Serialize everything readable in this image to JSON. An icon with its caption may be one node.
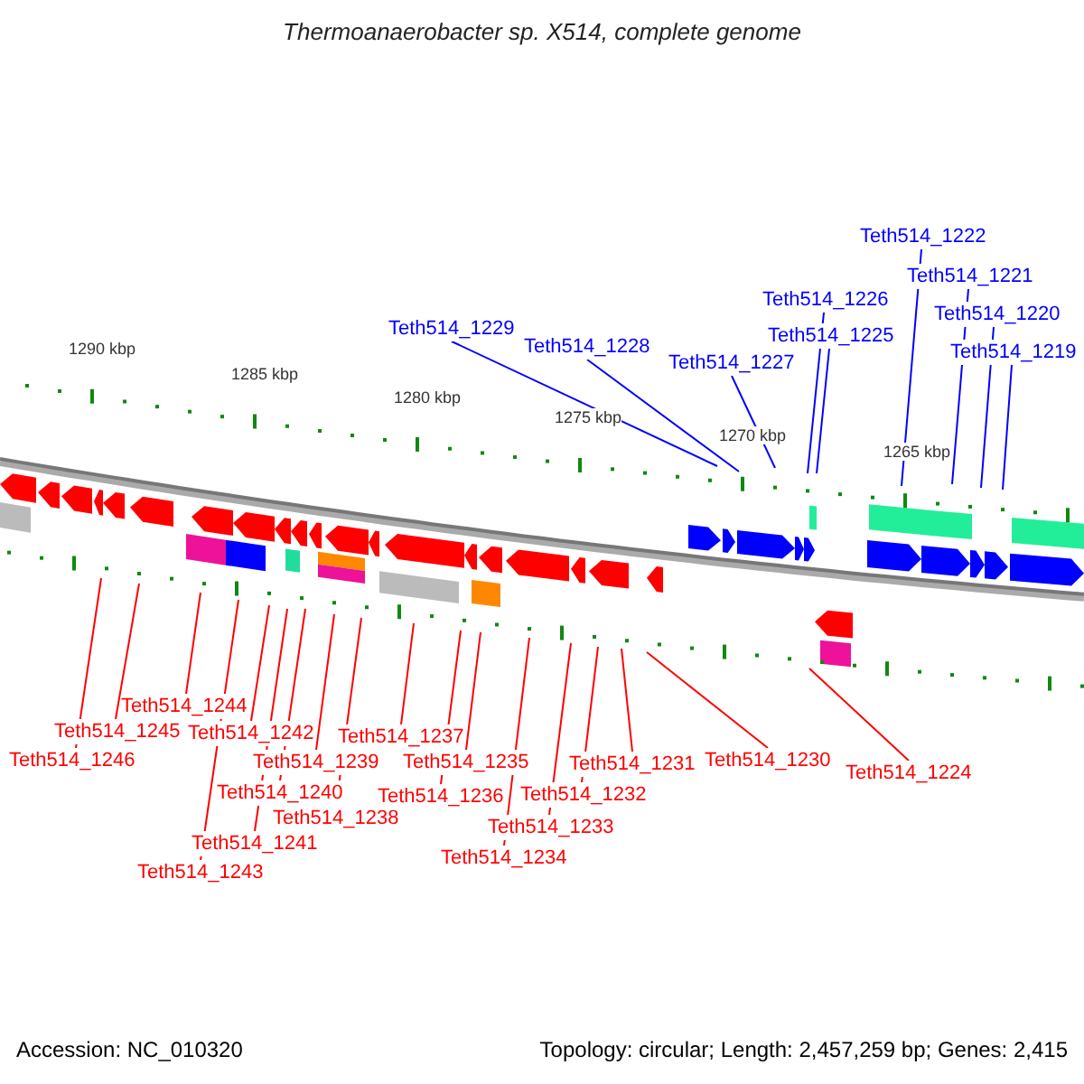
{
  "diagram": {
    "title": "Thermoanaerobacter sp. X514, complete genome",
    "nodes": [
      {
        "text": [
          "Teth514_1222"
        ]
      },
      {
        "text": [
          "Teth514_1221"
        ]
      },
      {
        "text": [
          "Teth514_1226"
        ]
      },
      {
        "text": [
          "Teth514_1220"
        ]
      },
      {
        "text": [
          "Teth514_1229"
        ]
      },
      {
        "text": [
          "Teth514_1225"
        ]
      },
      {
        "text": [
          "Teth514_1228"
        ]
      },
      {
        "text": [
          "Teth514_1219"
        ]
      },
      {
        "text": [
          "Teth514_1227"
        ]
      },
      {
        "text": [
          "Teth514_1244"
        ]
      },
      {
        "text": [
          "Teth514_1245"
        ]
      },
      {
        "text": [
          "Teth514_1231"
        ]
      },
      {
        "text": [
          "Teth514_1242"
        ]
      },
      {
        "text": [
          "Teth514_1237"
        ]
      },
      {
        "text": [
          "Teth514_1246"
        ]
      },
      {
        "text": [
          "Teth514_1239"
        ]
      },
      {
        "text": [
          "Teth514_1235"
        ]
      },
      {
        "text": [
          "Teth514_1230"
        ]
      },
      {
        "text": [
          "Teth514_1224"
        ]
      },
      {
        "text": [
          "Teth514_1240"
        ]
      },
      {
        "text": [
          "Teth514_1232"
        ]
      },
      {
        "text": [
          "Teth514_1236"
        ]
      },
      {
        "text": [
          "Teth514_1238"
        ]
      },
      {
        "text": [
          "Teth514_1233"
        ]
      },
      {
        "text": [
          "Teth514_1241"
        ]
      },
      {
        "text": [
          "Teth514_1234"
        ]
      },
      {
        "text": [
          "Teth514_1243"
        ]
      }
    ],
    "edges": [
      {
        "from": 0,
        "to": null,
        "arrow": "none",
        "color": "#0000ff"
      },
      {
        "from": 1,
        "to": null,
        "arrow": "none",
        "color": "#0000ff"
      },
      {
        "from": 2,
        "to": null,
        "arrow": "none",
        "color": "#0000ff"
      },
      {
        "from": 3,
        "to": null,
        "arrow": "none",
        "color": "#0000ff"
      },
      {
        "from": 4,
        "to": null,
        "arrow": "none",
        "color": "#0000ff"
      },
      {
        "from": 5,
        "to": null,
        "arrow": "none",
        "color": "#0000ff"
      },
      {
        "from": 6,
        "to": null,
        "arrow": "none",
        "color": "#0000ff"
      },
      {
        "from": 7,
        "to": null,
        "arrow": "none",
        "color": "#0000ff"
      },
      {
        "from": 8,
        "to": null,
        "arrow": "none",
        "color": "#0000ff"
      },
      {
        "from": 9,
        "to": null,
        "arrow": "none"
      },
      {
        "from": 10,
        "to": null,
        "arrow": "none"
      },
      {
        "from": 11,
        "to": null,
        "arrow": "none"
      },
      {
        "from": 12,
        "to": null,
        "arrow": "none"
      },
      {
        "from": 13,
        "to": null,
        "arrow": "none"
      },
      {
        "from": 14,
        "to": null,
        "arrow": "none"
      },
      {
        "from": 15,
        "to": null,
        "arrow": "none"
      },
      {
        "from": 16,
        "to": null,
        "arrow": "none"
      },
      {
        "from": 17,
        "to": null,
        "arrow": "none"
      },
      {
        "from": 18,
        "to": null,
        "arrow": "none"
      },
      {
        "from": 19,
        "to": null,
        "arrow": "none"
      },
      {
        "from": 20,
        "to": null,
        "arrow": "none"
      },
      {
        "from": 21,
        "to": null,
        "arrow": "none"
      },
      {
        "from": 22,
        "to": null,
        "arrow": "none"
      },
      {
        "from": 23,
        "to": null,
        "arrow": "none"
      },
      {
        "from": 24,
        "to": null,
        "arrow": "none"
      },
      {
        "from": 25,
        "to": null,
        "arrow": "none"
      },
      {
        "from": 26,
        "to": null,
        "arrow": "none"
      }
    ],
    "labels": [
      "1290 kbp",
      "1285 kbp",
      "1280 kbp",
      "1275 kbp",
      "1270 kbp",
      "1265 kbp",
      "Accession: NC_010320",
      "Topology: circular; Length: 2,457,259 bp; Genes: 2,415"
    ]
  }
}
